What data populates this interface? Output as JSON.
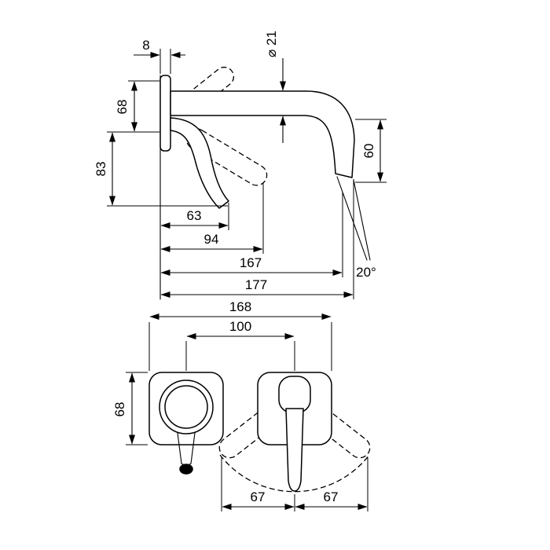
{
  "colors": {
    "line": "#000000",
    "background": "#ffffff"
  },
  "side_view": {
    "plate_thickness": "8",
    "escutcheon_height": "68",
    "handle_height": "83",
    "spout_diameter": "⌀ 21",
    "outlet_drop": "60",
    "reach_handle": "63",
    "reach_handle_open": "94",
    "reach_outlet": "167",
    "reach_total": "177",
    "outlet_angle": "20°"
  },
  "front_view": {
    "overall_width": "168",
    "center_distance": "100",
    "escutcheon_height": "68",
    "swing_left": "67",
    "swing_right": "67"
  }
}
